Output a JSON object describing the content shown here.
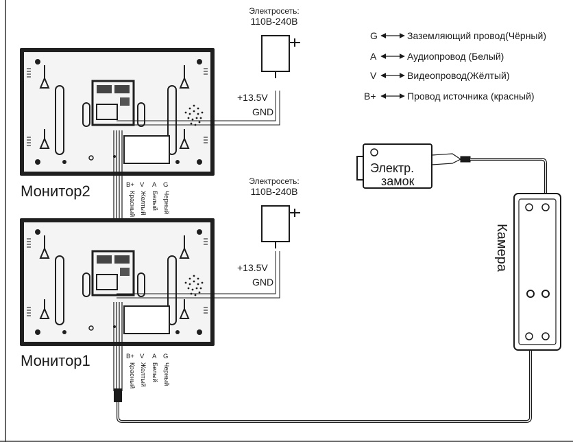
{
  "adapter_top": {
    "title": "Электросеть:",
    "voltage": "110В-240В"
  },
  "adapter_bottom": {
    "title": "Электросеть:",
    "voltage": "110В-240В"
  },
  "power_top": {
    "plus": "+13.5V",
    "gnd": "GND"
  },
  "power_bottom": {
    "plus": "+13.5V",
    "gnd": "GND"
  },
  "legend": [
    {
      "code": "G",
      "desc": "Заземляющий провод(Чёрный)"
    },
    {
      "code": "A",
      "desc": "Аудиопровод (Белый)"
    },
    {
      "code": "V",
      "desc": "Видеопровод(Жёлтый)"
    },
    {
      "code": "B+",
      "desc": "Провод источника (красный)"
    }
  ],
  "monitor_top": {
    "name": "Монитор2",
    "pins": [
      "B+",
      "V",
      "A",
      "G"
    ],
    "wires": [
      "Красный",
      "Желтый",
      "Белый",
      "Черный"
    ]
  },
  "monitor_bottom": {
    "name": "Монитор1",
    "pins": [
      "B+",
      "V",
      "A",
      "G"
    ],
    "wires": [
      "Красный",
      "Желтый",
      "Белый",
      "Черный"
    ]
  },
  "lock": {
    "line1": "Электр.",
    "line2": "замок"
  },
  "camera": {
    "label": "Камера"
  },
  "colors": {
    "line": "#1a1a1a",
    "panel": "#f2f2f2",
    "screen_dark": "#2a2a2a"
  }
}
